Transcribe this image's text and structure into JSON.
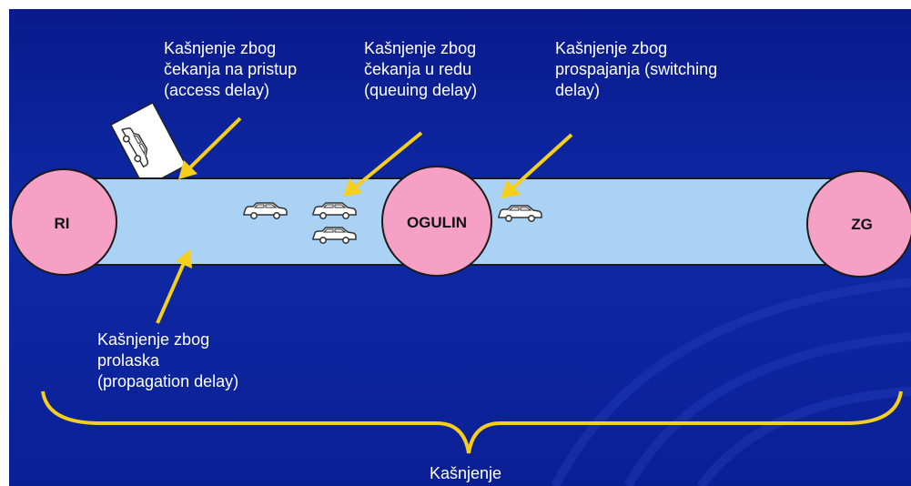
{
  "labels": {
    "access": [
      "Kašnjenje zbog",
      "čekanja na pristup",
      "(access delay)"
    ],
    "queuing": [
      "Kašnjenje zbog",
      "čekanja u redu",
      "(queuing delay)"
    ],
    "switching": [
      "Kašnjenje zbog",
      "prospajanja (switching",
      "delay)"
    ],
    "propagation": [
      "Kašnjenje zbog",
      "prolaska",
      "(propagation delay)"
    ],
    "total": "Kašnjenje"
  },
  "nodes": {
    "left": "RI",
    "middle": "OGULIN",
    "right": "ZG"
  },
  "icons": [
    "car-icon"
  ],
  "colors": {
    "background": "#0e2aa6",
    "road": "#a9d2f5",
    "node": "#f7a0c6",
    "arrow": "#f5cf1a",
    "brace": "#f5cf1a",
    "text": "#ffffff"
  }
}
